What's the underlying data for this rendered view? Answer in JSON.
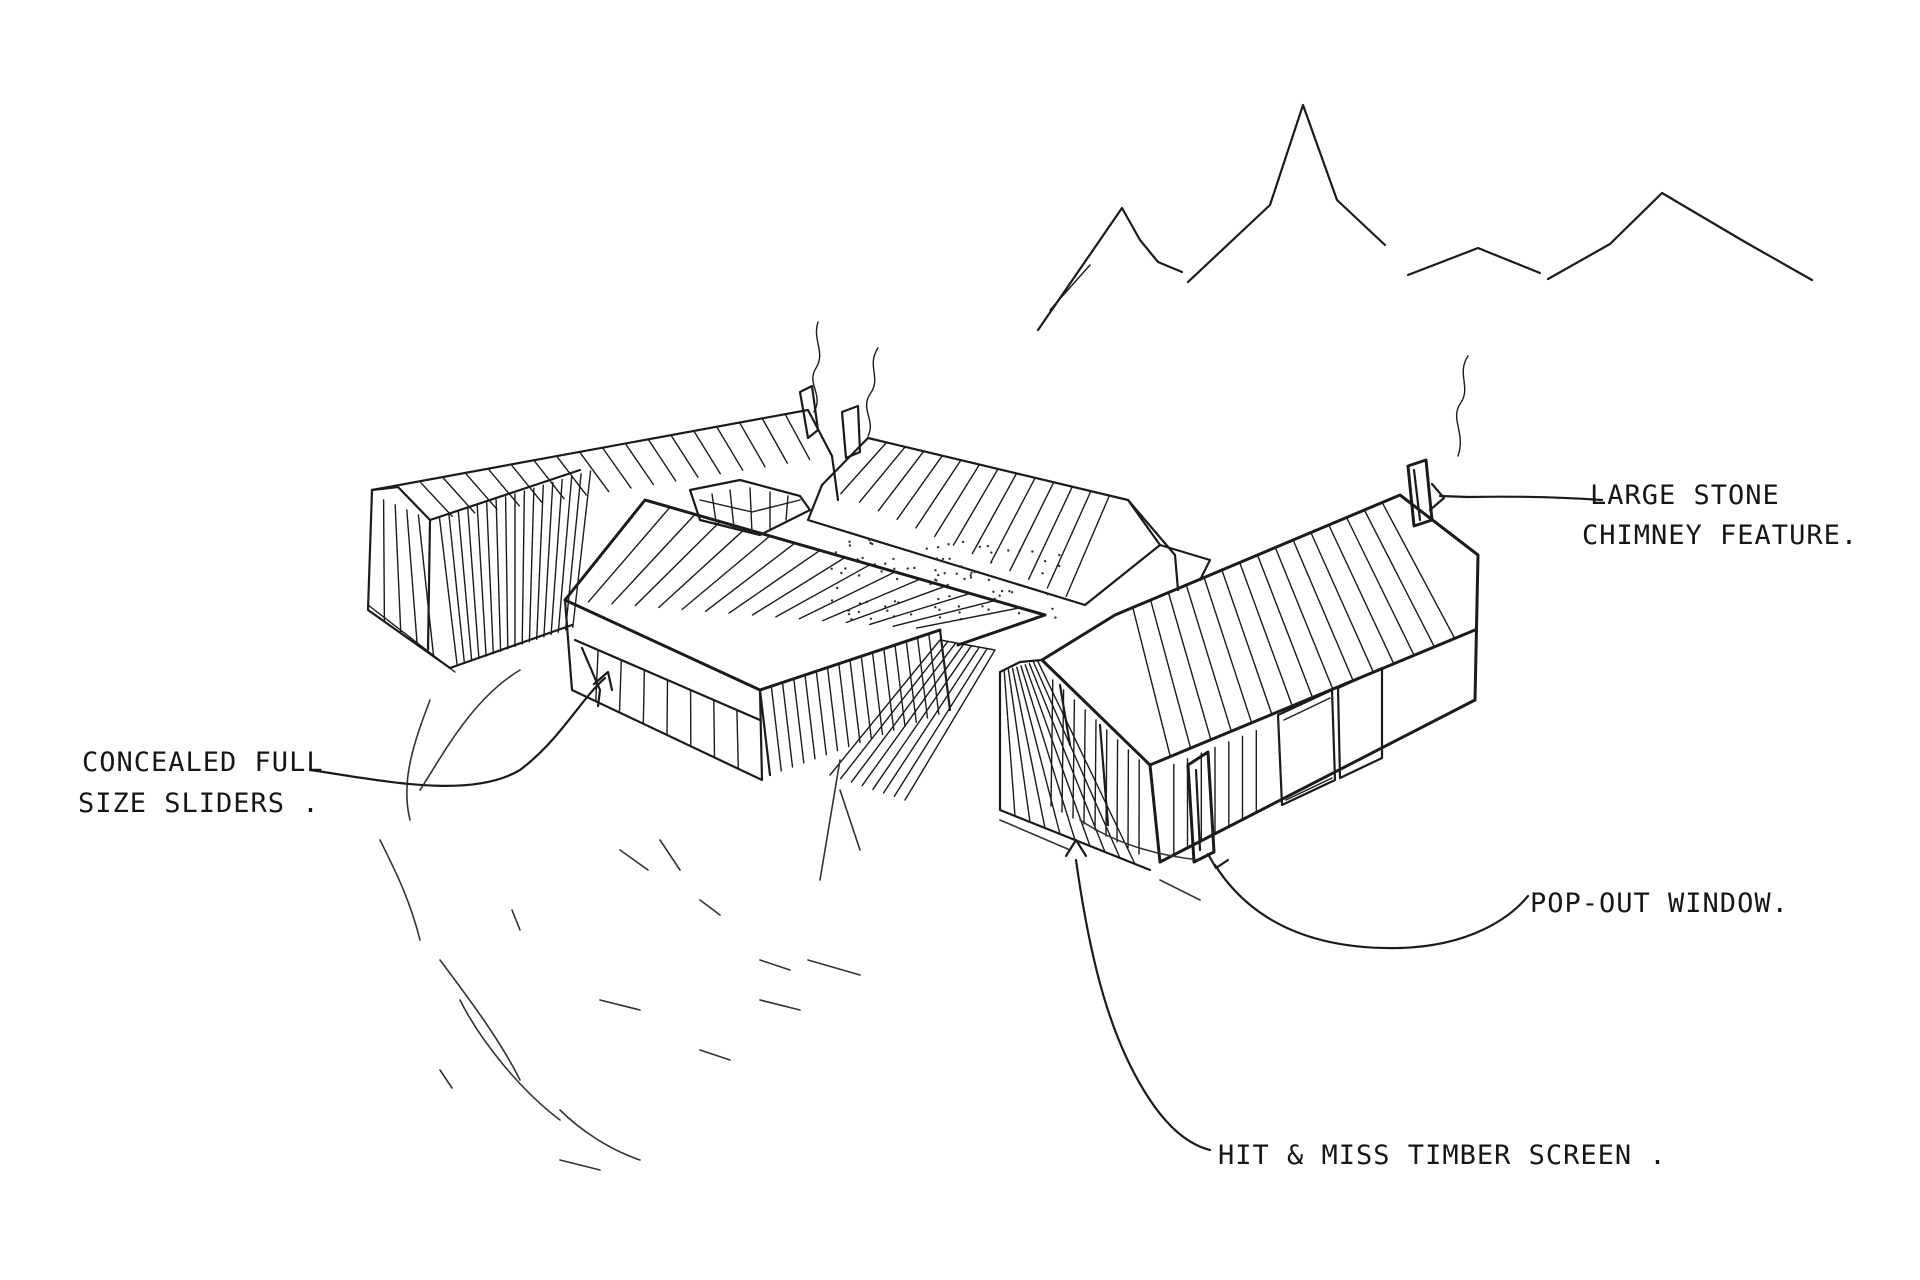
{
  "annotations": {
    "chimney": {
      "line1": "LARGE STONE",
      "line2": "CHIMNEY FEATURE."
    },
    "sliders": {
      "line1": "CONCEALED FULL",
      "line2": "SIZE SLIDERS ."
    },
    "window": {
      "line1": "POP-OUT WINDOW."
    },
    "screen": {
      "line1": "HIT & MISS TIMBER SCREEN ."
    }
  },
  "colors": {
    "ink": "#1b1b1b",
    "paper": "#ffffff"
  }
}
